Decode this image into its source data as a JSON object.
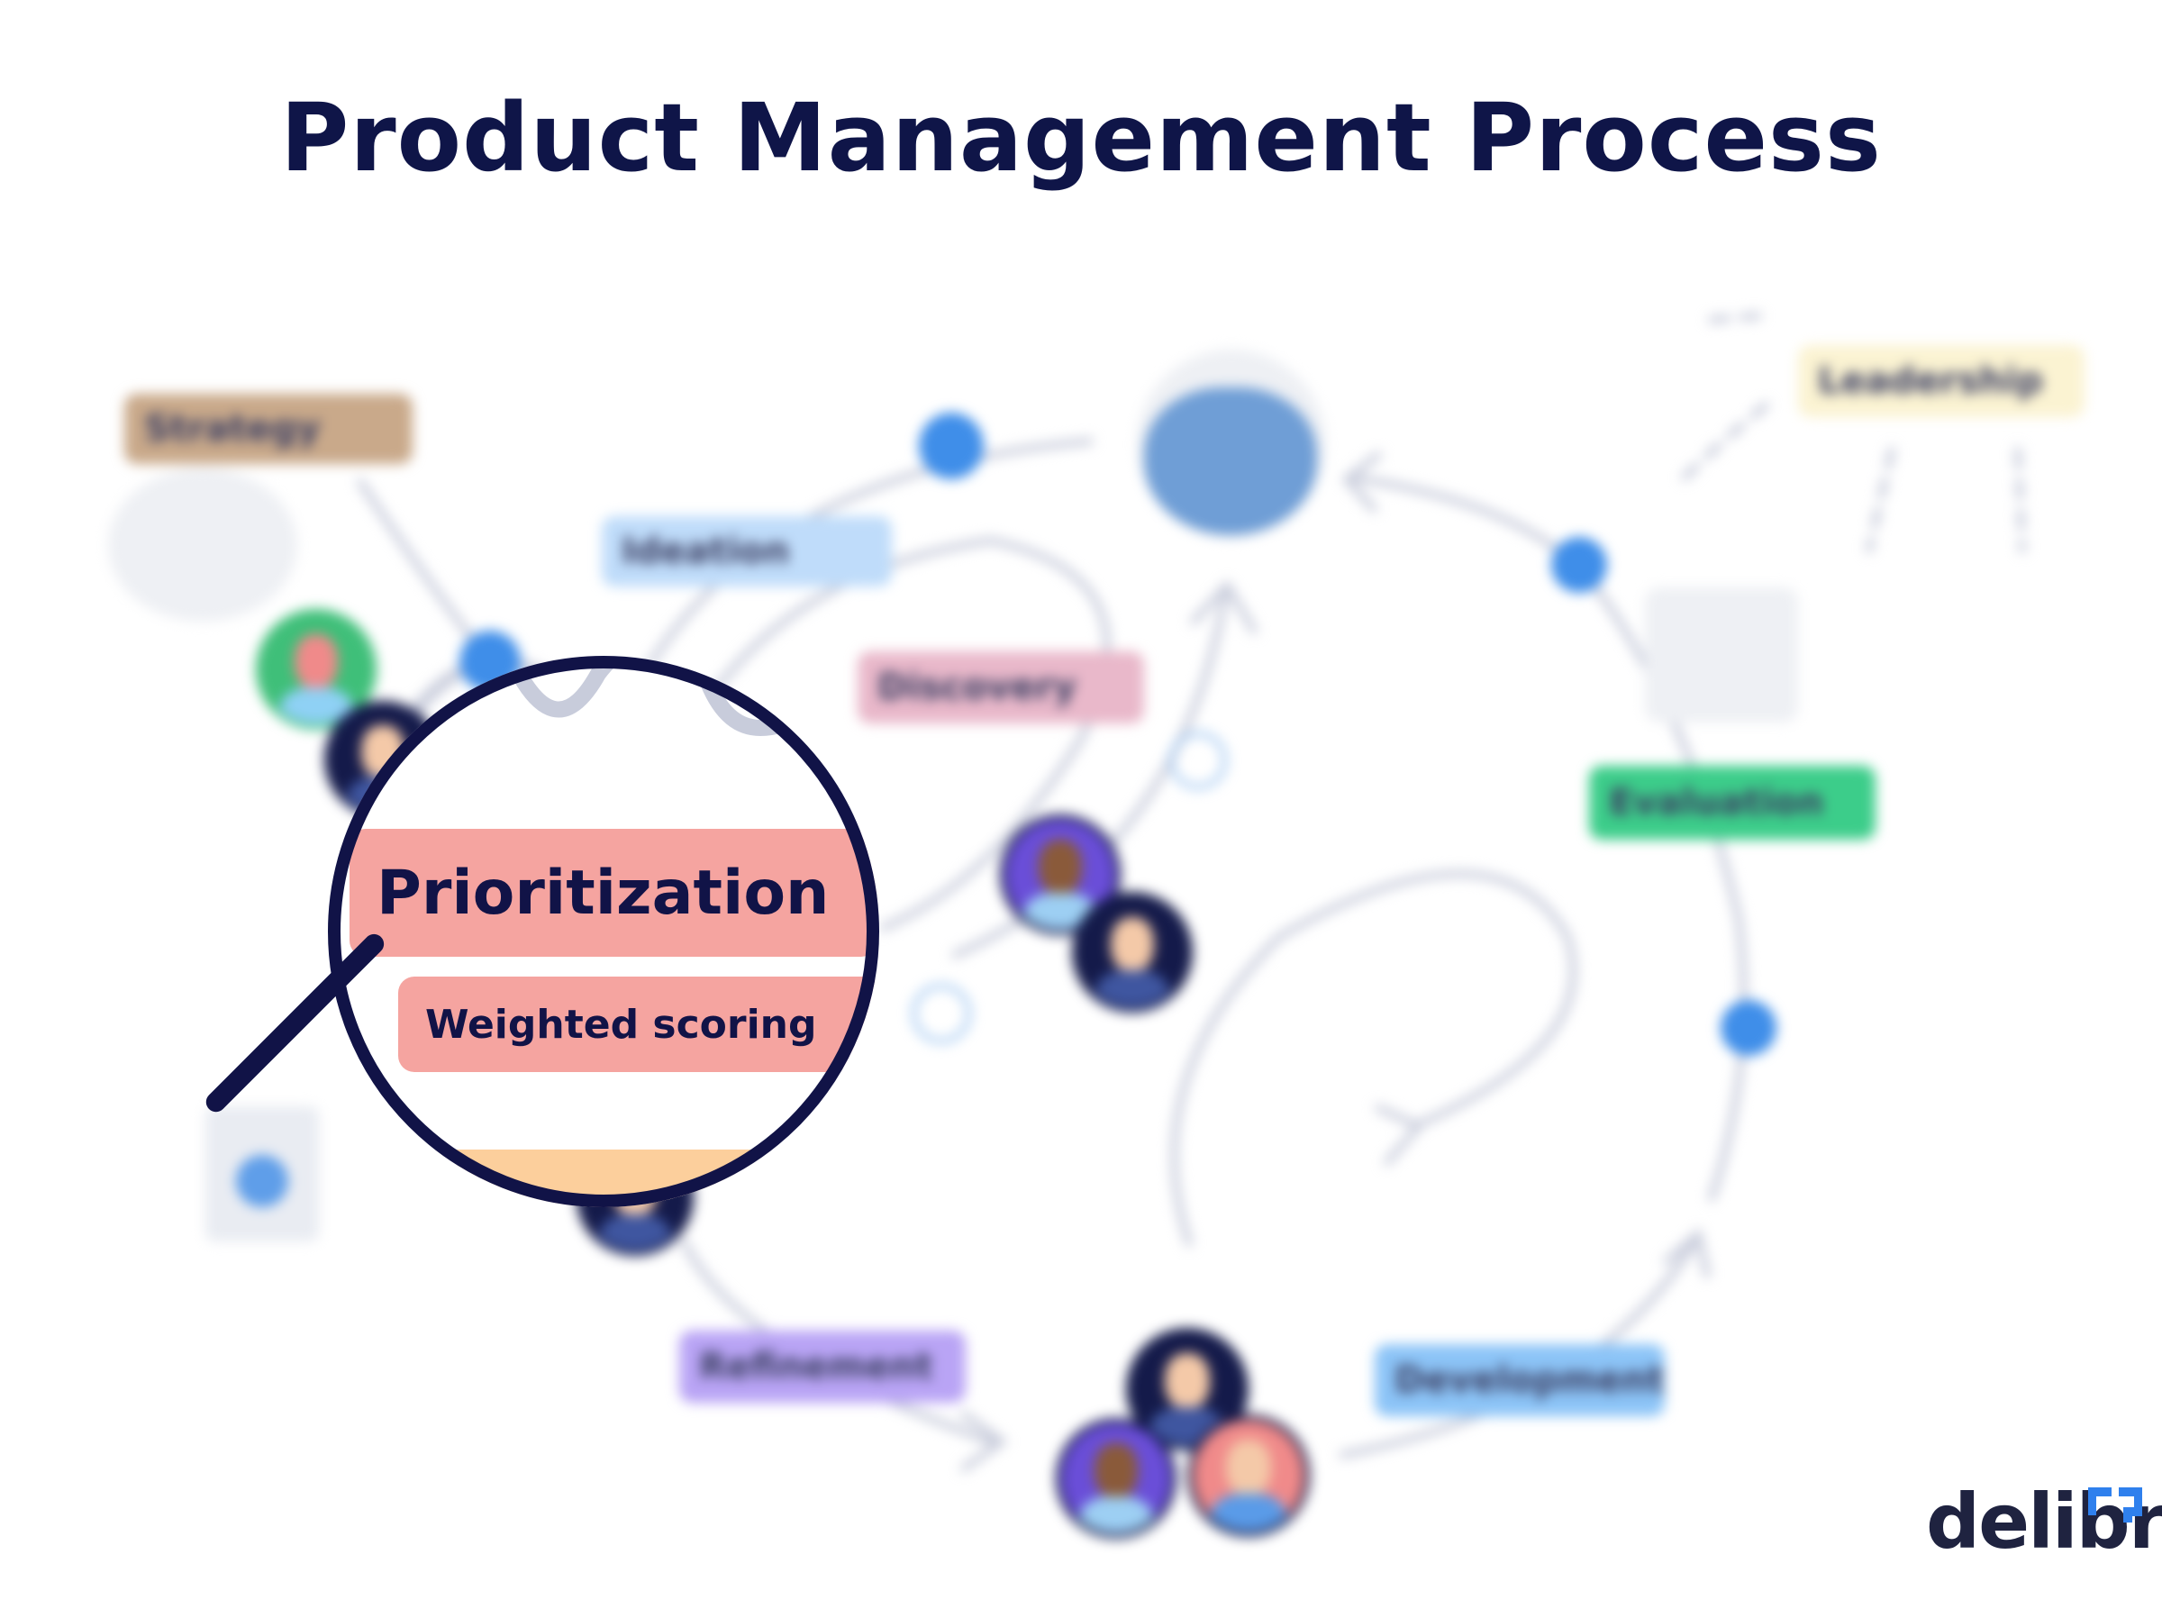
{
  "title": "Product Management Process",
  "stages": {
    "strategy": {
      "label": "Strategy",
      "color": "#c9a98a"
    },
    "ideation": {
      "label": "Ideation",
      "color": "#bfdcfa"
    },
    "discovery": {
      "label": "Discovery",
      "color": "#e9b8ca"
    },
    "leadership": {
      "label": "Leadership",
      "color": "#fbf3d2"
    },
    "evaluation": {
      "label": "Evaluation",
      "color": "#3ccd8a"
    },
    "refinement": {
      "label": "Refinement",
      "color": "#b9a4f5"
    },
    "development": {
      "label": "Development",
      "color": "#8cc4f7"
    }
  },
  "magnifier": {
    "main_label": "Prioritization",
    "sub_label": "Weighted scoring",
    "color": "#f5a4a0"
  },
  "brand": {
    "name": "delibr",
    "accent": "#2f80ed"
  }
}
